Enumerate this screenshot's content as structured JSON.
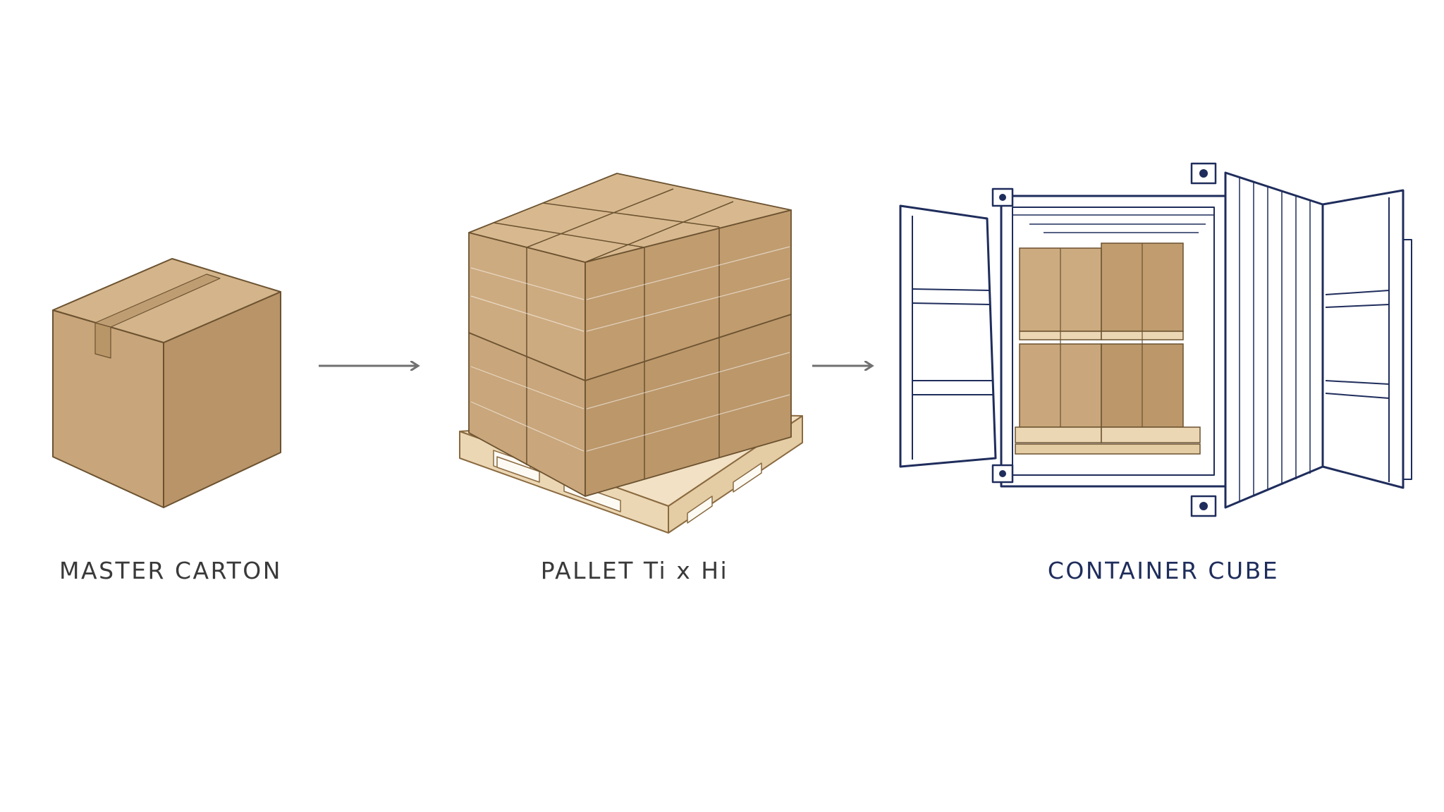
{
  "steps": [
    {
      "id": "carton",
      "label": "MASTER CARTON",
      "icon": "master-carton-icon"
    },
    {
      "id": "pallet",
      "label": "PALLET Ti x Hi",
      "icon": "pallet-icon"
    },
    {
      "id": "container",
      "label": "CONTAINER CUBE",
      "icon": "shipping-container-icon"
    }
  ],
  "colors": {
    "carton_front": "#c8a57a",
    "carton_side": "#b89468",
    "carton_top": "#d4b48a",
    "carton_edge": "#6b5230",
    "pallet_wood": "#ecd7b4",
    "pallet_edge": "#8a6a40",
    "container_line": "#1f2d5c",
    "label_gray": "#3a3a3a",
    "label_navy": "#1f2d5c",
    "arrow": "#707070"
  }
}
